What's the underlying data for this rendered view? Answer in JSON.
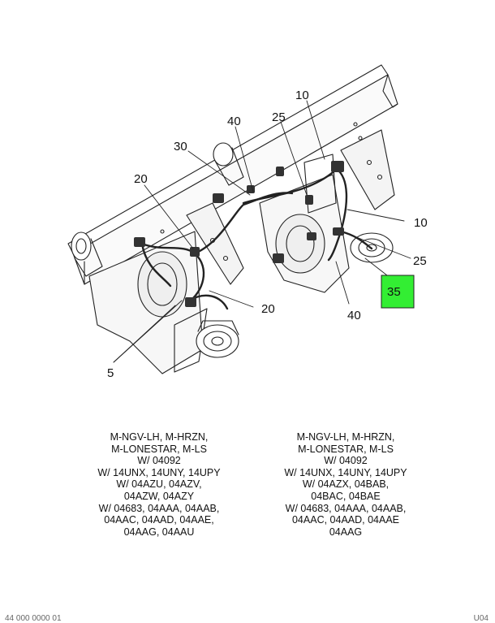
{
  "callouts": {
    "c10_top": "10",
    "c40_top": "40",
    "c25_top": "25",
    "c30": "30",
    "c20_left": "20",
    "c10_right": "10",
    "c25_right": "25",
    "c35": "35",
    "c20_bottom": "20",
    "c40_bottom": "40",
    "c5": "5"
  },
  "highlight_color": "#33ee33",
  "captions": {
    "left": [
      "M-NGV-LH, M-HRZN,",
      "M-LONESTAR, M-LS",
      "W/ 04092",
      "W/ 14UNX, 14UNY, 14UPY",
      "W/ 04AZU, 04AZV,",
      "04AZW, 04AZY",
      "W/ 04683, 04AAA, 04AAB,",
      "04AAC, 04AAD, 04AAE,",
      "04AAG, 04AAU"
    ],
    "right": [
      "M-NGV-LH, M-HRZN,",
      "M-LONESTAR, M-LS",
      "W/ 04092",
      "W/ 14UNX, 14UNY, 14UPY",
      "W/ 04AZX, 04BAB,",
      "04BAC, 04BAE",
      "W/ 04683, 04AAA, 04AAB,",
      "04AAC, 04AAD, 04AAE",
      "04AAG"
    ]
  },
  "footer": {
    "left": "44 000 0000 01",
    "right": "U04"
  }
}
